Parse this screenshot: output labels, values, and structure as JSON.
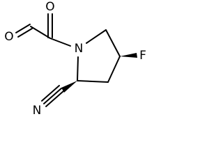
{
  "atoms": {
    "oxygen_aldehyde": "O",
    "oxygen_ketone": "O",
    "nitrogen_ring": "N",
    "fluorine": "F",
    "nitrogen_nitrile": "N"
  },
  "colors": {
    "ink": "#000000",
    "background": "#ffffff"
  }
}
